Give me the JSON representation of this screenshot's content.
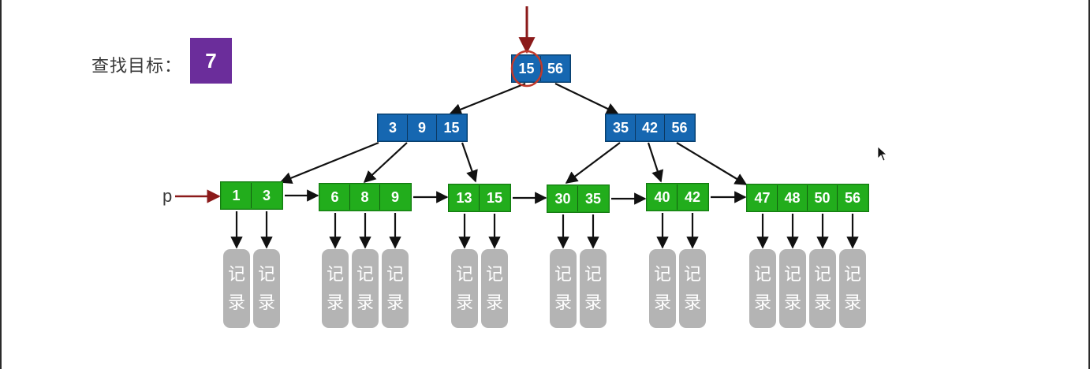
{
  "search": {
    "label": "查找目标：",
    "target": "7"
  },
  "pointer_label": "p",
  "record": {
    "top": "记",
    "bottom": "录"
  },
  "tree": {
    "root": {
      "keys": [
        "15",
        "56"
      ]
    },
    "internal": [
      {
        "keys": [
          "3",
          "9",
          "15"
        ]
      },
      {
        "keys": [
          "35",
          "42",
          "56"
        ]
      }
    ],
    "leaves": [
      {
        "keys": [
          "1",
          "3"
        ]
      },
      {
        "keys": [
          "6",
          "8",
          "9"
        ]
      },
      {
        "keys": [
          "13",
          "15"
        ]
      },
      {
        "keys": [
          "30",
          "35"
        ]
      },
      {
        "keys": [
          "40",
          "42"
        ]
      },
      {
        "keys": [
          "47",
          "48",
          "50",
          "56"
        ]
      }
    ],
    "highlighted_key": "15"
  },
  "colors": {
    "internal_node": "#1667b1",
    "leaf_node": "#22ad1c",
    "target_box": "#6b2d9b",
    "pointer_arrow": "#8b1a1a",
    "record": "#b4b4b4"
  }
}
